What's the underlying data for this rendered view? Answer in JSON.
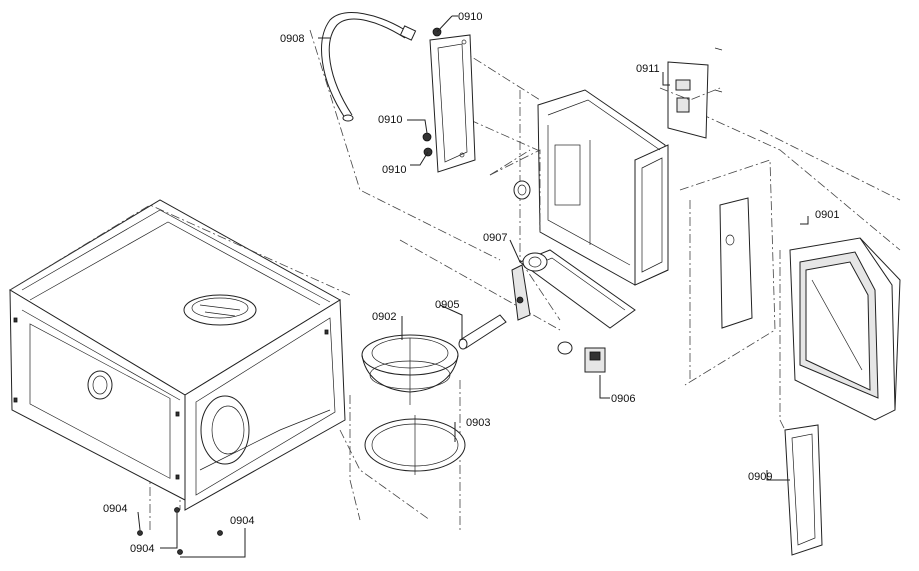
{
  "labels": {
    "p0901": "0901",
    "p0902": "0902",
    "p0903": "0903",
    "p0904a": "0904",
    "p0904b": "0904",
    "p0904c": "0904",
    "p0905": "0905",
    "p0906": "0906",
    "p0907": "0907",
    "p0908": "0908",
    "p0909": "0909",
    "p0910a": "0910",
    "p0910b": "0910",
    "p0910c": "0910",
    "p0911": "0911"
  }
}
